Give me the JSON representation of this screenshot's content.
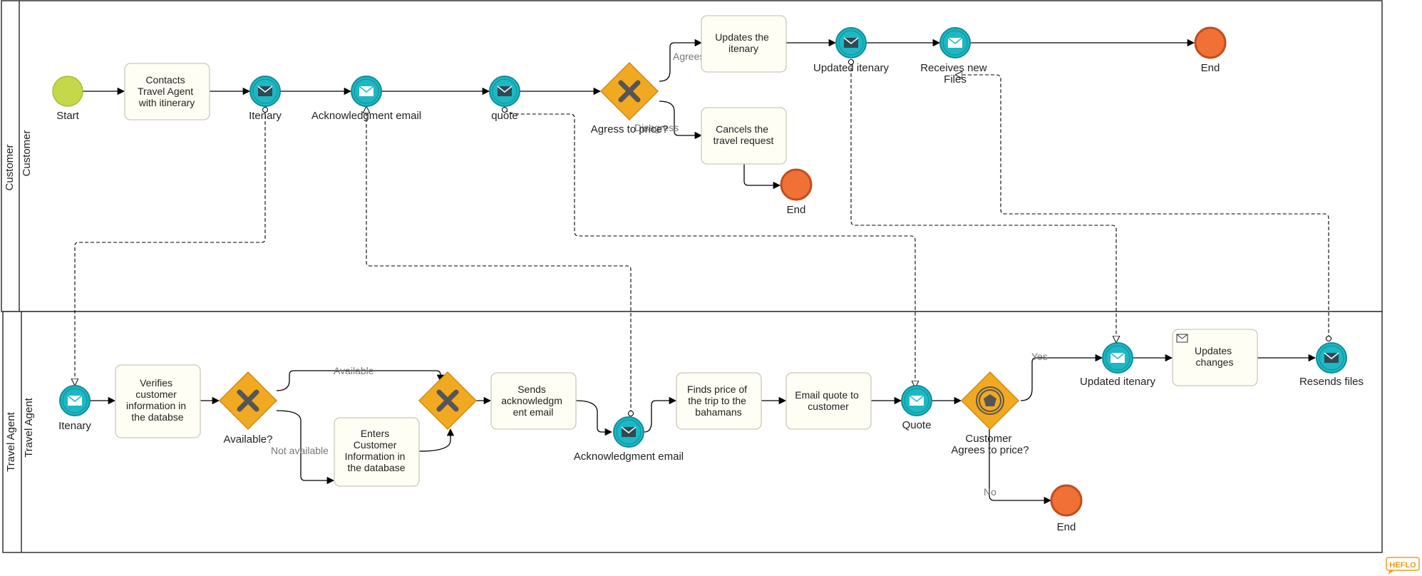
{
  "pools": [
    {
      "name": "Customer",
      "lane": "Customer"
    },
    {
      "name": "Travel Agent",
      "lane": "Travel Agent"
    }
  ],
  "customer": {
    "start": "Start",
    "task_contact": [
      "Contacts",
      "Travel Agent",
      "with itinerary"
    ],
    "msg_itenary": "Itenary",
    "msg_ack": "Acknowledgment email",
    "msg_quote": "quote",
    "gateway": "Agress to price?",
    "flow_agrees": "Agrees",
    "flow_disagrees": "Disagress",
    "task_update": [
      "Updates the",
      "itenary"
    ],
    "task_cancel": [
      "Cancels the",
      "travel request"
    ],
    "msg_updated": "Updated itenary",
    "msg_receives": [
      "Receives new",
      "Files"
    ],
    "end_top": "End",
    "end_cancel": "End"
  },
  "agent": {
    "msg_itenary": "Itenary",
    "task_verify": [
      "Verifies",
      "customer",
      "information in",
      "the databse"
    ],
    "gateway_available": "Available?",
    "flow_available": "Available",
    "flow_not_available": "Not available",
    "task_enter": [
      "Enters",
      "Customer",
      "Information in",
      "the database"
    ],
    "task_send_ack": [
      "Sends",
      "acknowledgm",
      "ent email"
    ],
    "msg_ack": "Acknowledgment email",
    "task_price": [
      "Finds price of",
      "the trip to the",
      "bahamans"
    ],
    "task_email_quote": [
      "Email quote to",
      "customer"
    ],
    "msg_quote": "Quote",
    "gateway_agrees": [
      "Customer",
      "Agrees to price?"
    ],
    "flow_yes": "Yes",
    "flow_no": "No",
    "msg_updated": "Updated itenary",
    "task_updates": [
      "Updates",
      "changes"
    ],
    "msg_resends": "Resends files",
    "end": "End"
  },
  "brand": "HEFLO",
  "colors": {
    "start": "#c5d84a",
    "end": "#f07036",
    "end_stroke": "#c04f1f",
    "message": "#1cb8c4",
    "message_stroke": "#0f8d98",
    "gateway": "#f2a922",
    "gateway_stroke": "#d08a10",
    "task_fill": "#fffef4",
    "task_stroke": "#c9c9b8",
    "brand": "#f29b1b"
  }
}
